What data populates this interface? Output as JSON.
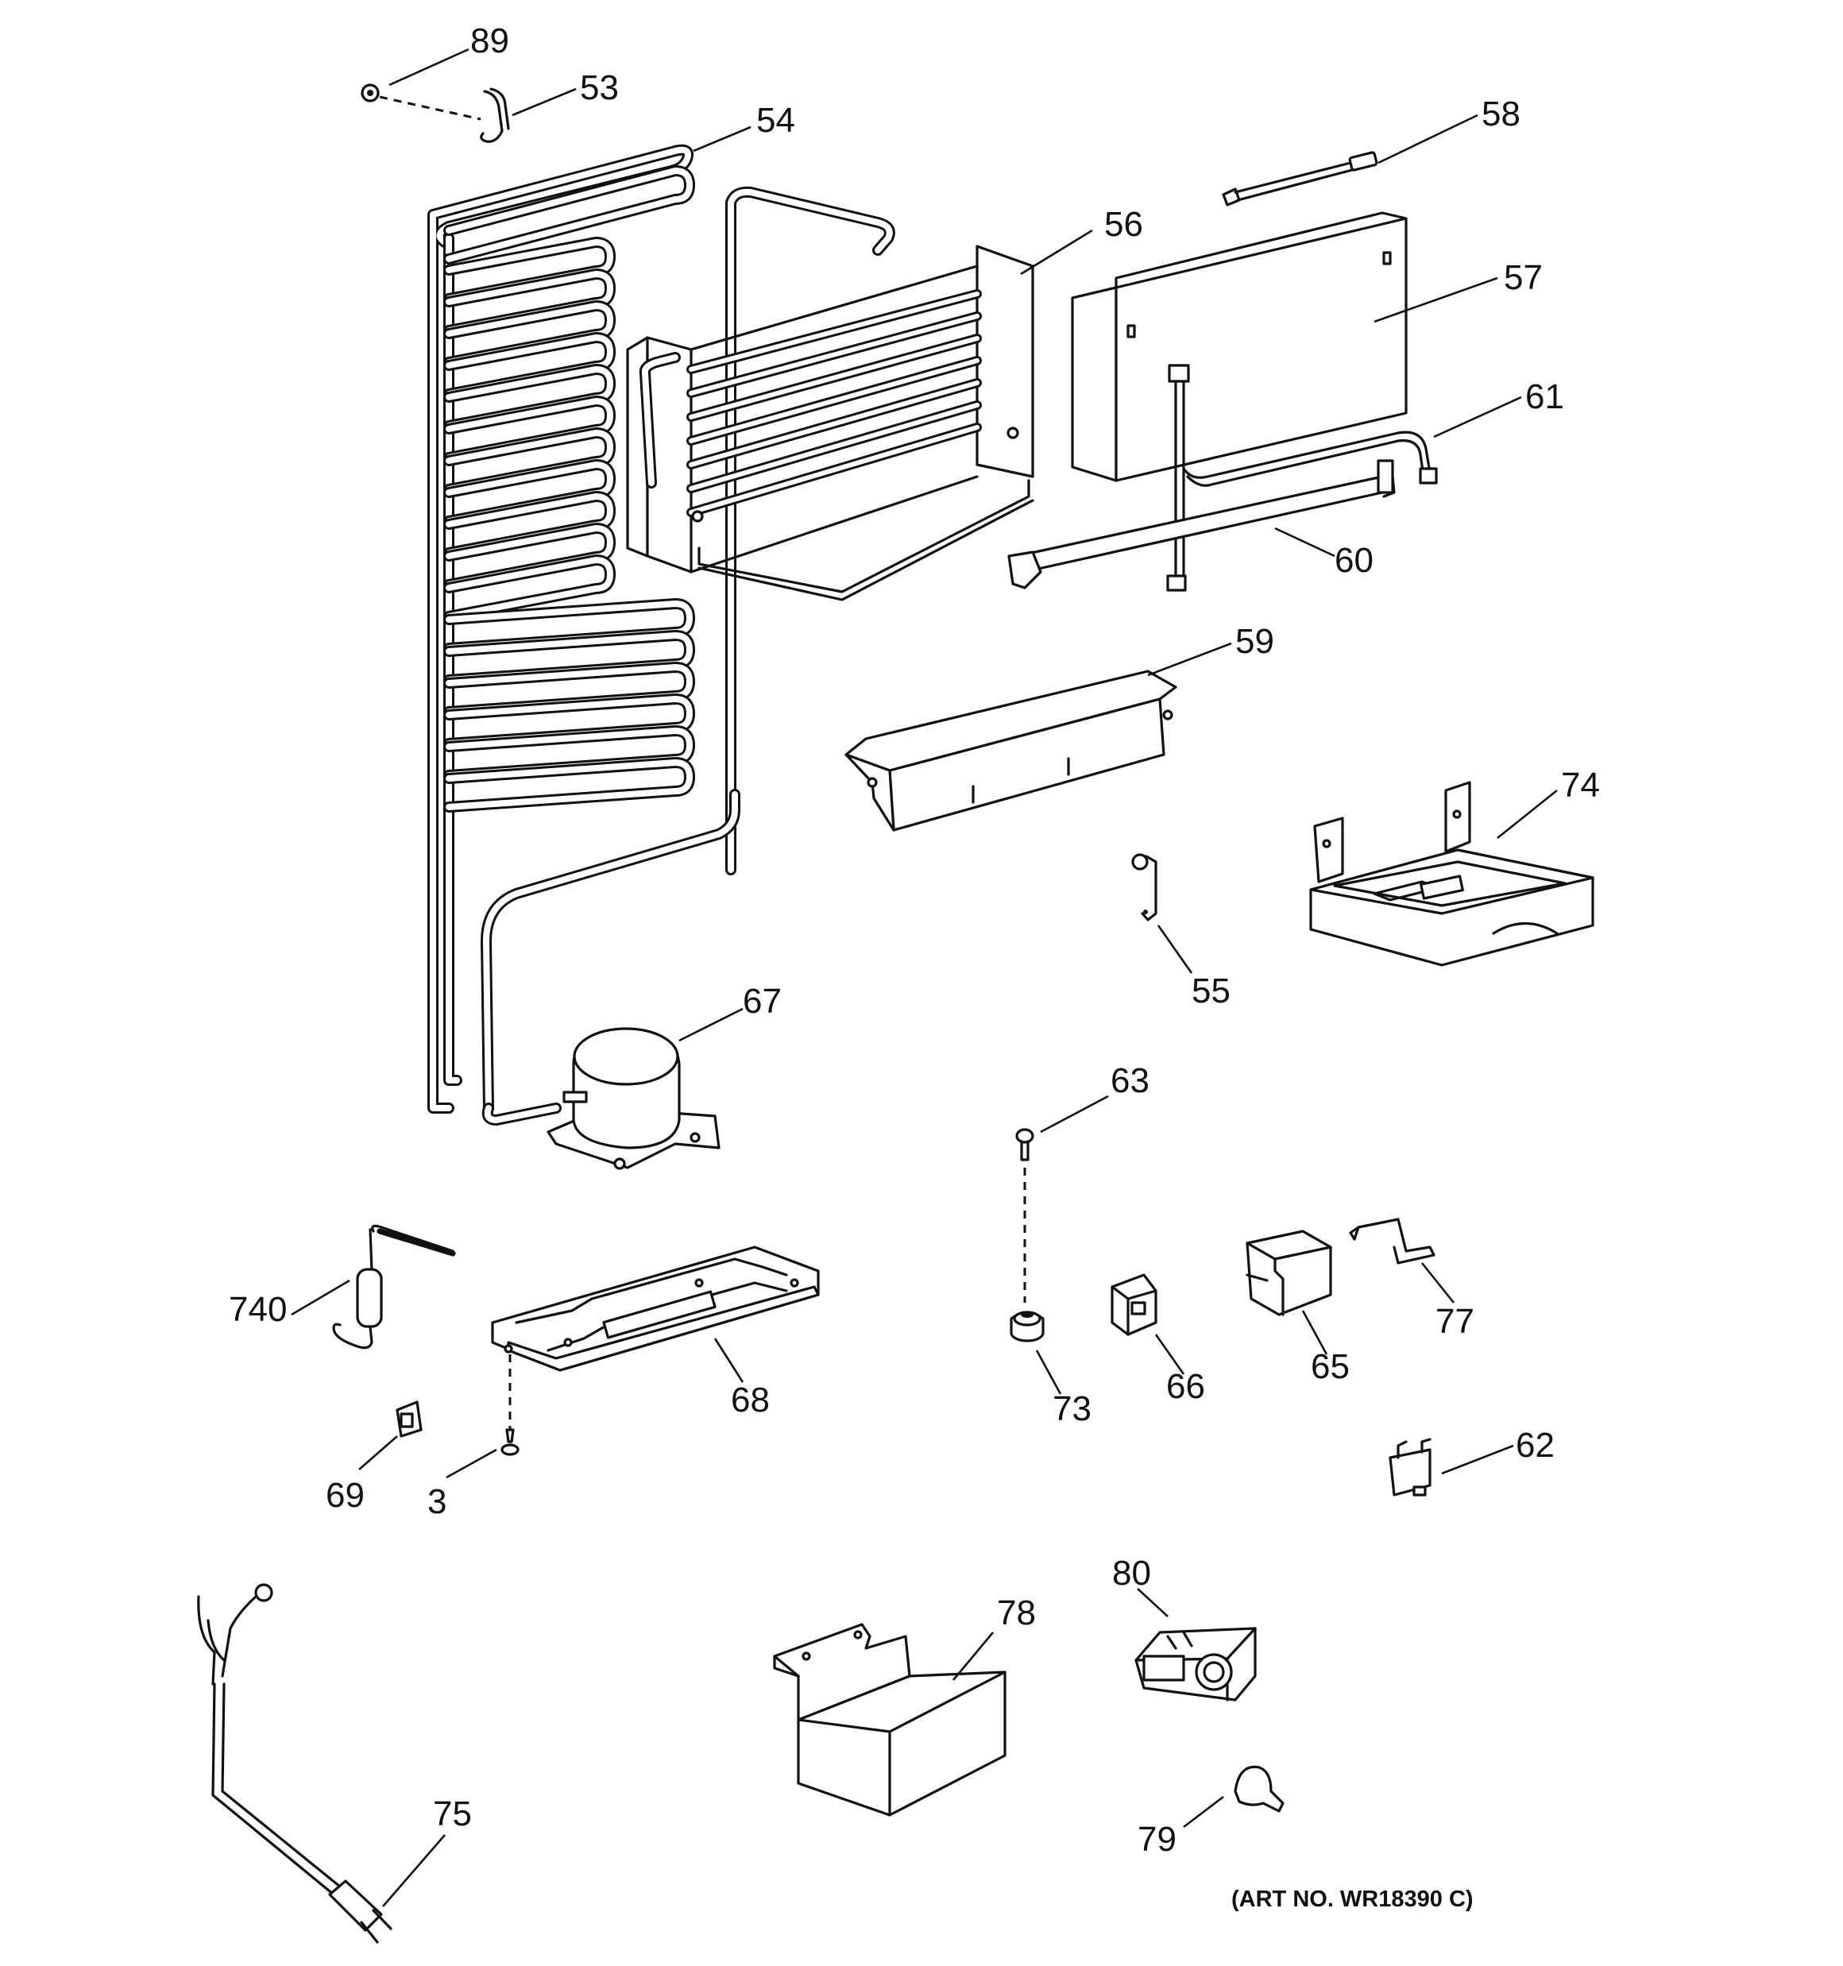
{
  "diagram": {
    "art_number": "(ART NO. WR18390 C)",
    "callouts": [
      "89",
      "53",
      "54",
      "58",
      "56",
      "57",
      "61",
      "60",
      "59",
      "74",
      "55",
      "67",
      "63",
      "740",
      "68",
      "77",
      "66",
      "65",
      "73",
      "69",
      "3",
      "62",
      "80",
      "78",
      "75",
      "79"
    ]
  }
}
